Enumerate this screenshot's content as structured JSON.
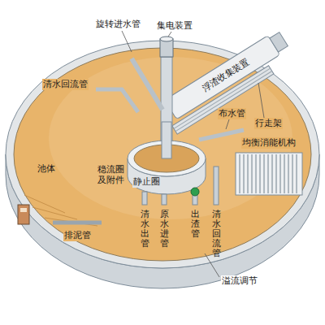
{
  "diagram": {
    "labels": [
      "旋转进水管",
      "集电装置",
      "浮渣收集装置",
      "清水回流管",
      "布水管",
      "行走架",
      "均衡消能机构",
      "池体",
      "稳流圈 及附件",
      "静止圈",
      "清水出管",
      "原水进管",
      "出渣管",
      "清水回流管",
      "排泥管",
      "溢流调节"
    ]
  }
}
